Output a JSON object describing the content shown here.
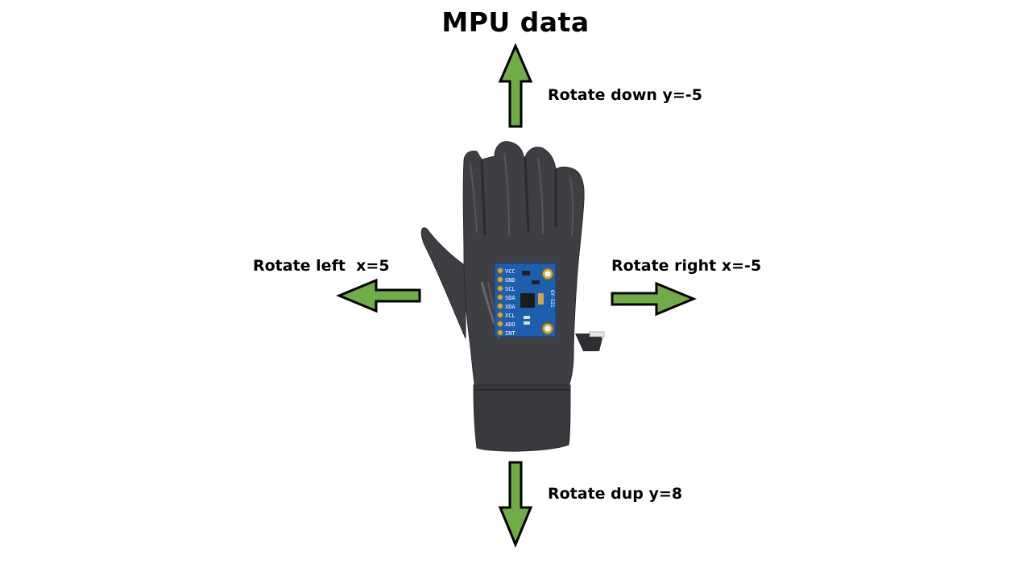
{
  "title": "MPU data",
  "directions": {
    "down": {
      "label": "Rotate down y=-5"
    },
    "left": {
      "label": "Rotate left  x=5"
    },
    "right": {
      "label": "Rotate right x=-5"
    },
    "up": {
      "label": "Rotate dup y=8"
    }
  },
  "module": {
    "pins": [
      "VCC",
      "GND",
      "SCL",
      "SDA",
      "XDA",
      "XCL",
      "ADO",
      "INT"
    ],
    "board_text": "GY-521"
  },
  "colors": {
    "arrow_fill": "#70ad47",
    "arrow_stroke": "#000000",
    "glove": "#3c3e42",
    "board": "#1d5fae"
  },
  "icons": {
    "glove": "glove-image",
    "sensor": "mpu6050-board"
  }
}
